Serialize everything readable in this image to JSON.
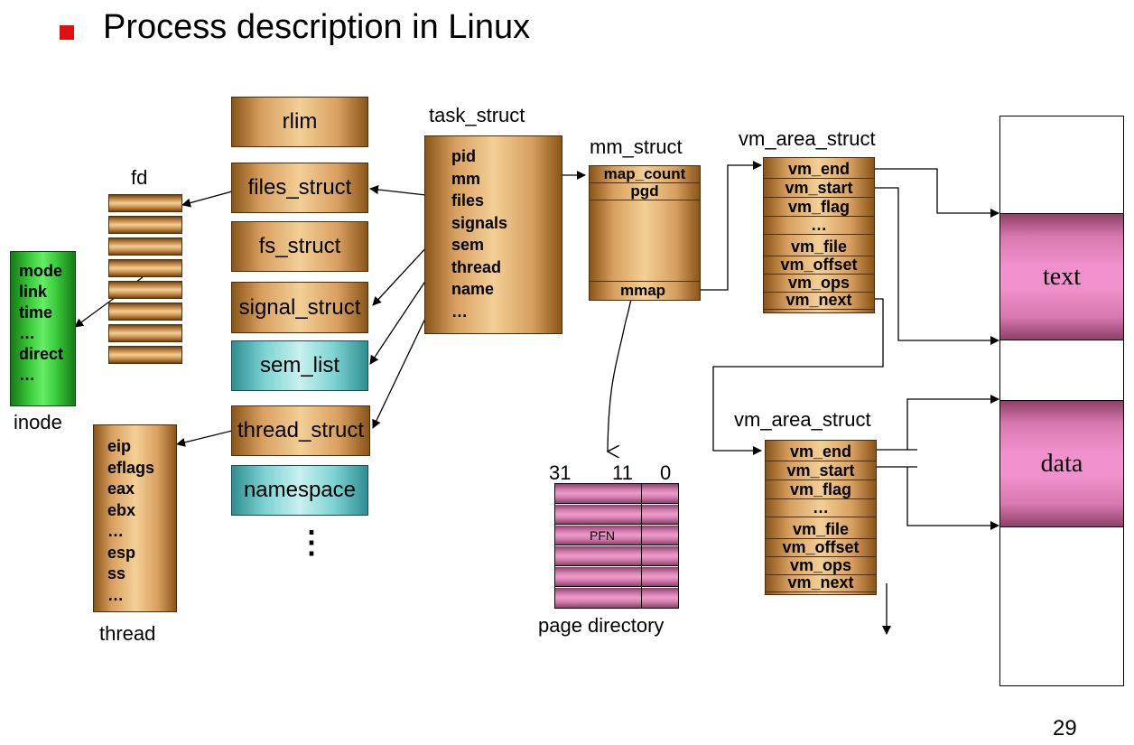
{
  "slide": {
    "title": "Process description in Linux",
    "page_number": "29",
    "bullet_color": "#e01010"
  },
  "labels": {
    "fd": "fd",
    "inode": "inode",
    "thread": "thread",
    "task_struct": "task_struct",
    "mm_struct": "mm_struct",
    "vm_area_struct_1": "vm_area_struct",
    "vm_area_struct_2": "vm_area_struct",
    "page_directory": "page directory",
    "bits_31": "31",
    "bits_11": "11",
    "bits_0": "0",
    "pfn": "PFN"
  },
  "boxes": {
    "rlim": "rlim",
    "files_struct": "files_struct",
    "fs_struct": "fs_struct",
    "signal_struct": "signal_struct",
    "sem_list": "sem_list",
    "thread_struct": "thread_struct",
    "namespace": "namespace",
    "more": "⋮"
  },
  "task_struct_fields": [
    "pid",
    "mm",
    "files",
    "signals",
    "sem",
    "thread",
    "name",
    "…"
  ],
  "inode_fields": [
    "mode",
    "link",
    "time",
    "…",
    "direct",
    "…"
  ],
  "thread_fields": [
    "eip",
    "eflags",
    "eax",
    "ebx",
    "…",
    "esp",
    "ss",
    "…"
  ],
  "mm_struct_fields": {
    "map_count": "map_count",
    "pgd": "pgd",
    "mmap": "mmap"
  },
  "vm_area_fields": [
    "vm_end",
    "vm_start",
    "vm_flag",
    "…",
    "vm_file",
    "vm_offset",
    "vm_ops",
    "vm_next"
  ],
  "memory": {
    "text": "text",
    "data": "data"
  },
  "colors": {
    "copper": "#d8a060",
    "teal": "#7fd4d4",
    "green": "#3ccc3c",
    "pink": "#f09acc",
    "segment": "#f090cc"
  }
}
